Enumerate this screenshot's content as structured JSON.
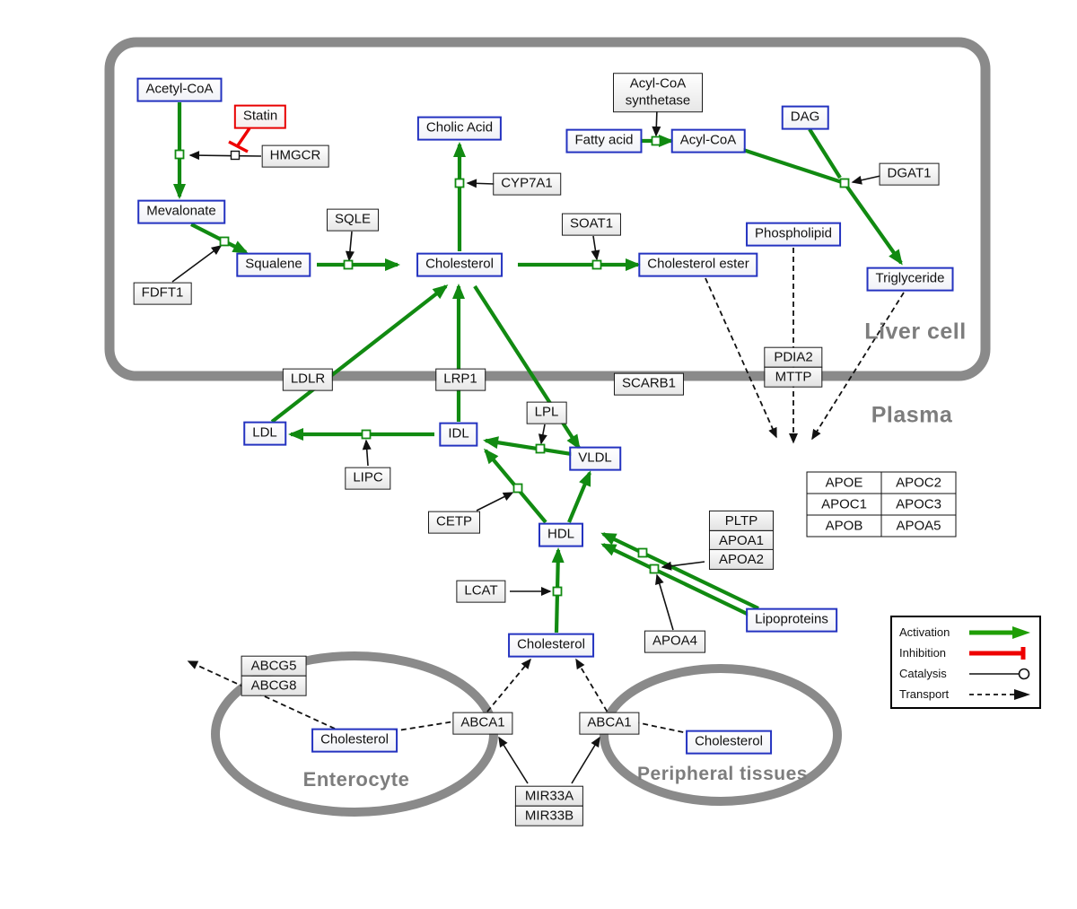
{
  "regions": {
    "liver_cell": "Liver cell",
    "plasma": "Plasma",
    "enterocyte": "Enterocyte",
    "peripheral_tissues": "Peripheral tissues"
  },
  "nodes": {
    "acetyl_coa": "Acetyl-CoA",
    "statin": "Statin",
    "hmgcr": "HMGCR",
    "mevalonate": "Mevalonate",
    "fdft1": "FDFT1",
    "squalene": "Squalene",
    "sqle": "SQLE",
    "cholesterol_liver": "Cholesterol",
    "cholic_acid": "Cholic Acid",
    "cyp7a1": "CYP7A1",
    "soat1": "SOAT1",
    "cholesterol_ester": "Cholesterol ester",
    "acyl_coa_synthetase": "Acyl-CoA synthetase",
    "fatty_acid": "Fatty acid",
    "acyl_coa": "Acyl-CoA",
    "dag": "DAG",
    "dgat1": "DGAT1",
    "phospholipid": "Phospholipid",
    "triglyceride": "Triglyceride",
    "pdia2": "PDIA2",
    "mttp": "MTTP",
    "ldlr": "LDLR",
    "lrp1": "LRP1",
    "scarb1": "SCARB1",
    "ldl": "LDL",
    "idl": "IDL",
    "lpl": "LPL",
    "vldl": "VLDL",
    "lipc": "LIPC",
    "cetp": "CETP",
    "hdl": "HDL",
    "pltp": "PLTP",
    "apoa1": "APOA1",
    "apoa2": "APOA2",
    "apoa4": "APOA4",
    "apo_table": [
      [
        "APOE",
        "APOC2"
      ],
      [
        "APOC1",
        "APOC3"
      ],
      [
        "APOB",
        "APOA5"
      ]
    ],
    "lcat": "LCAT",
    "lipoproteins": "Lipoproteins",
    "cholesterol_plasma": "Cholesterol",
    "abcg5": "ABCG5",
    "abcg8": "ABCG8",
    "cholesterol_enterocyte": "Cholesterol",
    "abca1_left": "ABCA1",
    "abca1_right": "ABCA1",
    "cholesterol_peripheral": "Cholesterol",
    "mir33a": "MIR33A",
    "mir33b": "MIR33B"
  },
  "legend": {
    "activation": "Activation",
    "inhibition": "Inhibition",
    "catalysis": "Catalysis",
    "transport": "Transport"
  },
  "edges": {
    "activation": [
      "Acetyl-CoA -> Mevalonate (HMGCR)",
      "Mevalonate -> Squalene (FDFT1)",
      "Squalene -> Cholesterol (SQLE)",
      "Cholesterol -> Cholic Acid (CYP7A1)",
      "Cholesterol -> Cholesterol ester (SOAT1)",
      "Fatty acid -> Acyl-CoA (Acyl-CoA synthetase)",
      "Acyl-CoA + DAG -> Triglyceride (DGAT1)",
      "LDL -> Cholesterol (LDLR)",
      "IDL -> Cholesterol (LRP1)",
      "Cholesterol -> VLDL",
      "VLDL -> IDL (LPL)",
      "IDL -> LDL (LIPC)",
      "HDL -> IDL (CETP)",
      "HDL -> VLDL",
      "Lipoproteins -> HDL (PLTP/APOA1/APOA2/APOA4)",
      "Cholesterol (plasma) -> HDL (LCAT)"
    ],
    "inhibition": [
      "Statin -| HMGCR"
    ],
    "transport": [
      "Cholesterol ester -> plasma",
      "Phospholipid -> plasma (PDIA2/MTTP)",
      "Triglyceride -> plasma",
      "Cholesterol (enterocyte) -> out via ABCG5/ABCG8",
      "Cholesterol (enterocyte) -> plasma Cholesterol via ABCA1",
      "Cholesterol (peripheral tissues) -> plasma Cholesterol via ABCA1"
    ],
    "regulation": [
      "MIR33A/MIR33B -> ABCA1"
    ]
  },
  "colors": {
    "metabolite_border": "#2433c0",
    "inhibitor_border": "#e80000",
    "activation_green": "#118a11",
    "inhibition_red": "#ee0000",
    "membrane_gray": "#8a8a8a",
    "edge_black": "#111111"
  }
}
